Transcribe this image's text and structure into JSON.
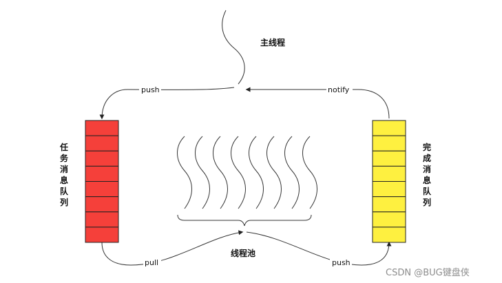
{
  "labels": {
    "main_thread": "主线程",
    "thread_pool": "线程池",
    "task_queue": "任务消息队列",
    "done_queue": "完成消息队列",
    "push_top": "push",
    "notify": "notify",
    "pull": "pull",
    "push_bottom": "push"
  },
  "watermark": "CSDN @BUG键盘侠",
  "queues": {
    "task": {
      "slots": 8,
      "color": "#f5403a"
    },
    "done": {
      "slots": 8,
      "color": "#fef040"
    }
  },
  "threads": {
    "count": 8
  }
}
